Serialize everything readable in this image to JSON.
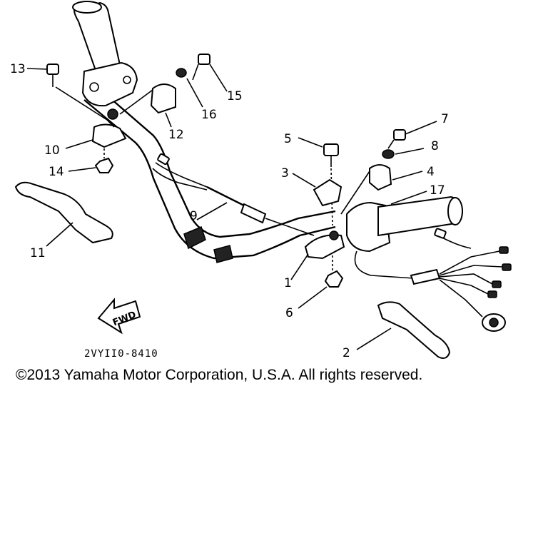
{
  "callouts": {
    "p1": "1",
    "p2": "2",
    "p3": "3",
    "p4": "4",
    "p5": "5",
    "p6": "6",
    "p7": "7",
    "p8": "8",
    "p9": "9",
    "p10": "10",
    "p11": "11",
    "p12": "12",
    "p13": "13",
    "p14": "14",
    "p15": "15",
    "p16": "16",
    "p17": "17"
  },
  "fwd_label": "FWD",
  "diagram_code": "2VYII0-8410",
  "copyright": "©2013 Yamaha Motor Corporation, U.S.A. All rights reserved."
}
